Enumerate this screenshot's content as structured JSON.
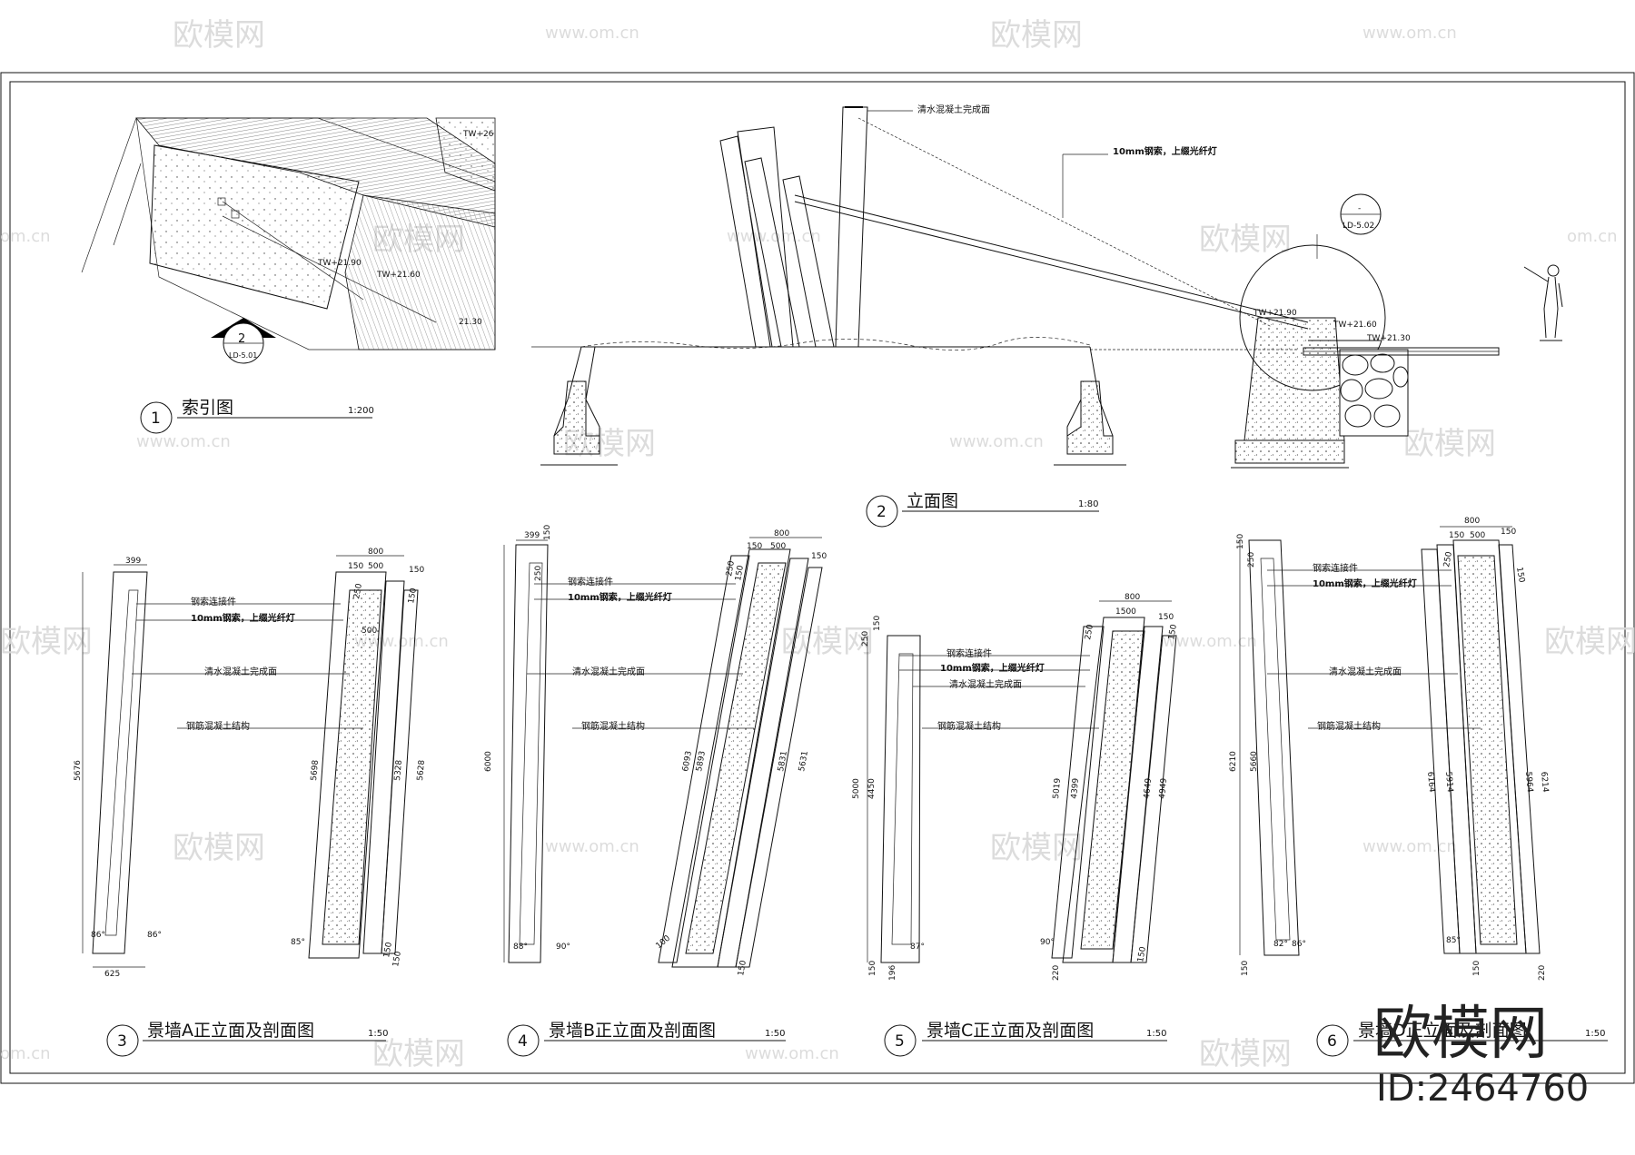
{
  "watermark": {
    "brand": "欧模网",
    "url": "www.om.cn",
    "url_short": "om.cn",
    "big_brand": "欧模网",
    "id_text": "ID:2464760"
  },
  "view1": {
    "number": "1",
    "title": "索引图",
    "scale": "1:200",
    "tw1": "TW+26",
    "tw2": "TW+21.90",
    "tw3": "TW+21.60",
    "tw4": "21.30",
    "marker_num": "2",
    "marker_ref": "LD-5.01"
  },
  "view2": {
    "number": "2",
    "title": "立面图",
    "scale": "1:80",
    "note_top": "清水混凝土完成面",
    "note_cable": "10mm钢索，上缀光纤灯",
    "detail_top": "-",
    "detail_ref": "LD-5.02",
    "tw1": "TW+21.90",
    "tw2": "TW+21.60",
    "tw3": "TW+21.30"
  },
  "view3": {
    "number": "3",
    "title": "景墙A正立面及剖面图",
    "scale": "1:50",
    "notes": [
      "钢索连接件",
      "10mm钢索，上缀光纤灯",
      "清水混凝土完成面",
      "钢筋混凝土结构"
    ],
    "dims": {
      "top": "399",
      "bottom": "625",
      "height": "5676",
      "a1": "86°",
      "a2": "86°",
      "s800": "800",
      "s150a": "150",
      "s500": "500",
      "s150b": "150",
      "s250": "250",
      "s150c": "150",
      "s500b": "500",
      "h5698": "5698",
      "h5328": "5328",
      "h5628": "5628",
      "a3": "85°",
      "b150": "150",
      "b150b": "150"
    }
  },
  "view4": {
    "number": "4",
    "title": "景墙B正立面及剖面图",
    "scale": "1:50",
    "notes": [
      "钢索连接件",
      "10mm钢索，上缀光纤灯",
      "清水混凝土完成面",
      "钢筋混凝土结构"
    ],
    "dims": {
      "top": "399",
      "t150": "150",
      "t250": "250",
      "height": "6000",
      "a1": "88°",
      "a2": "90°",
      "s800": "800",
      "s150a": "150",
      "s500": "500",
      "s150b": "150",
      "s250": "250",
      "s150c": "150",
      "h6093": "6093",
      "h5893": "5893",
      "h5831": "5831",
      "h5631": "5631",
      "b100": "100",
      "b150": "150"
    }
  },
  "view5": {
    "number": "5",
    "title": "景墙C正立面及剖面图",
    "scale": "1:50",
    "notes": [
      "钢索连接件",
      "10mm钢索，上缀光纤灯",
      "清水混凝土完成面",
      "钢筋混凝土结构"
    ],
    "dims": {
      "t250": "250",
      "t150": "150",
      "height": "5000",
      "h4450": "4450",
      "a1": "87°",
      "b150": "150",
      "b196": "196",
      "s800": "800",
      "s1500": "1500",
      "s150a": "150",
      "s250": "250",
      "s150b": "150",
      "h5019": "5019",
      "h4399": "4399",
      "h4649": "4649",
      "h4949": "4949",
      "a2": "90°",
      "b220": "220",
      "b150b": "150"
    }
  },
  "view6": {
    "number": "6",
    "title": "景墙D正立面及剖面图",
    "scale": "1:50",
    "notes": [
      "钢索连接件",
      "10mm钢索，上缀光纤灯",
      "清水混凝土完成面",
      "钢筋混凝土结构"
    ],
    "dims": {
      "t150": "150",
      "t250": "250",
      "height": "6210",
      "h5660": "5660",
      "a1": "82°",
      "a2": "86°",
      "b150": "150",
      "s800": "800",
      "s150a": "150",
      "s500": "500",
      "s150b": "150",
      "s250": "250",
      "s150c": "150",
      "h6164": "6164",
      "h5914": "5914",
      "h5964": "5964",
      "h6214": "6214",
      "a3": "85°",
      "b150b": "150",
      "b220": "220"
    }
  }
}
